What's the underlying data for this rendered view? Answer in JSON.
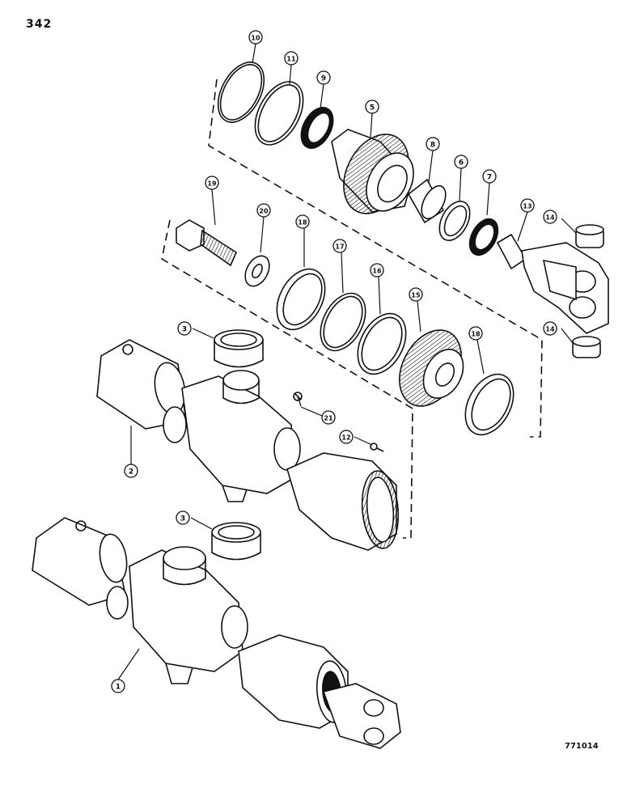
{
  "page": {
    "page_number": "342",
    "drawing_number": "771014"
  },
  "callouts": [
    {
      "id": "10",
      "label": "10"
    },
    {
      "id": "11",
      "label": "11"
    },
    {
      "id": "9",
      "label": "9"
    },
    {
      "id": "5",
      "label": "5"
    },
    {
      "id": "8",
      "label": "8"
    },
    {
      "id": "6",
      "label": "6"
    },
    {
      "id": "7",
      "label": "7"
    },
    {
      "id": "13",
      "label": "13"
    },
    {
      "id": "14a",
      "label": "14"
    },
    {
      "id": "14b",
      "label": "14"
    },
    {
      "id": "19",
      "label": "19"
    },
    {
      "id": "20",
      "label": "20"
    },
    {
      "id": "18a",
      "label": "18"
    },
    {
      "id": "17",
      "label": "17"
    },
    {
      "id": "16",
      "label": "16"
    },
    {
      "id": "15",
      "label": "15"
    },
    {
      "id": "18b",
      "label": "18"
    },
    {
      "id": "3a",
      "label": "3"
    },
    {
      "id": "21",
      "label": "21"
    },
    {
      "id": "12",
      "label": "12"
    },
    {
      "id": "2",
      "label": "2"
    },
    {
      "id": "3b",
      "label": "3"
    },
    {
      "id": "1",
      "label": "1"
    }
  ],
  "colors": {
    "ink": "#111111",
    "paper": "#ffffff",
    "shade": "#d9d9d9"
  }
}
